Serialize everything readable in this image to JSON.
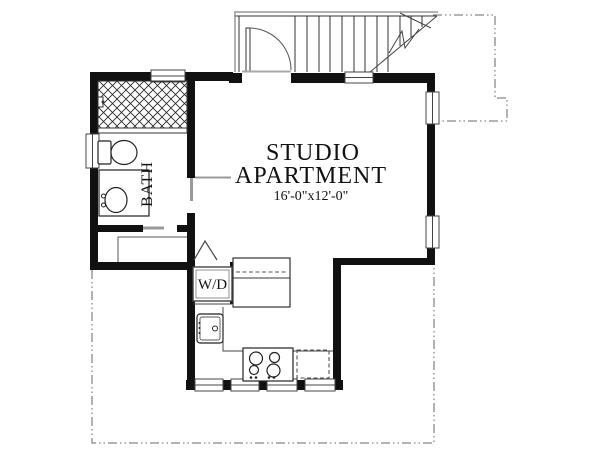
{
  "plan": {
    "room": {
      "title_line1": "STUDIO",
      "title_line2": "APARTMENT",
      "dimensions": "16'-0\"x12'-0\""
    },
    "bath": {
      "label": "BATH"
    },
    "laundry": {
      "label": "W/D"
    },
    "fixtures": [
      "shower",
      "toilet",
      "vanity-sink",
      "closet",
      "washer-dryer",
      "refrigerator-cabinet",
      "kitchen-sink",
      "range-cooktop",
      "dishwasher",
      "staircase"
    ],
    "colors": {
      "wall": "#111111",
      "line": "#333333",
      "light_line": "#999999",
      "deck_dash": "#888888",
      "background": "#ffffff"
    }
  }
}
